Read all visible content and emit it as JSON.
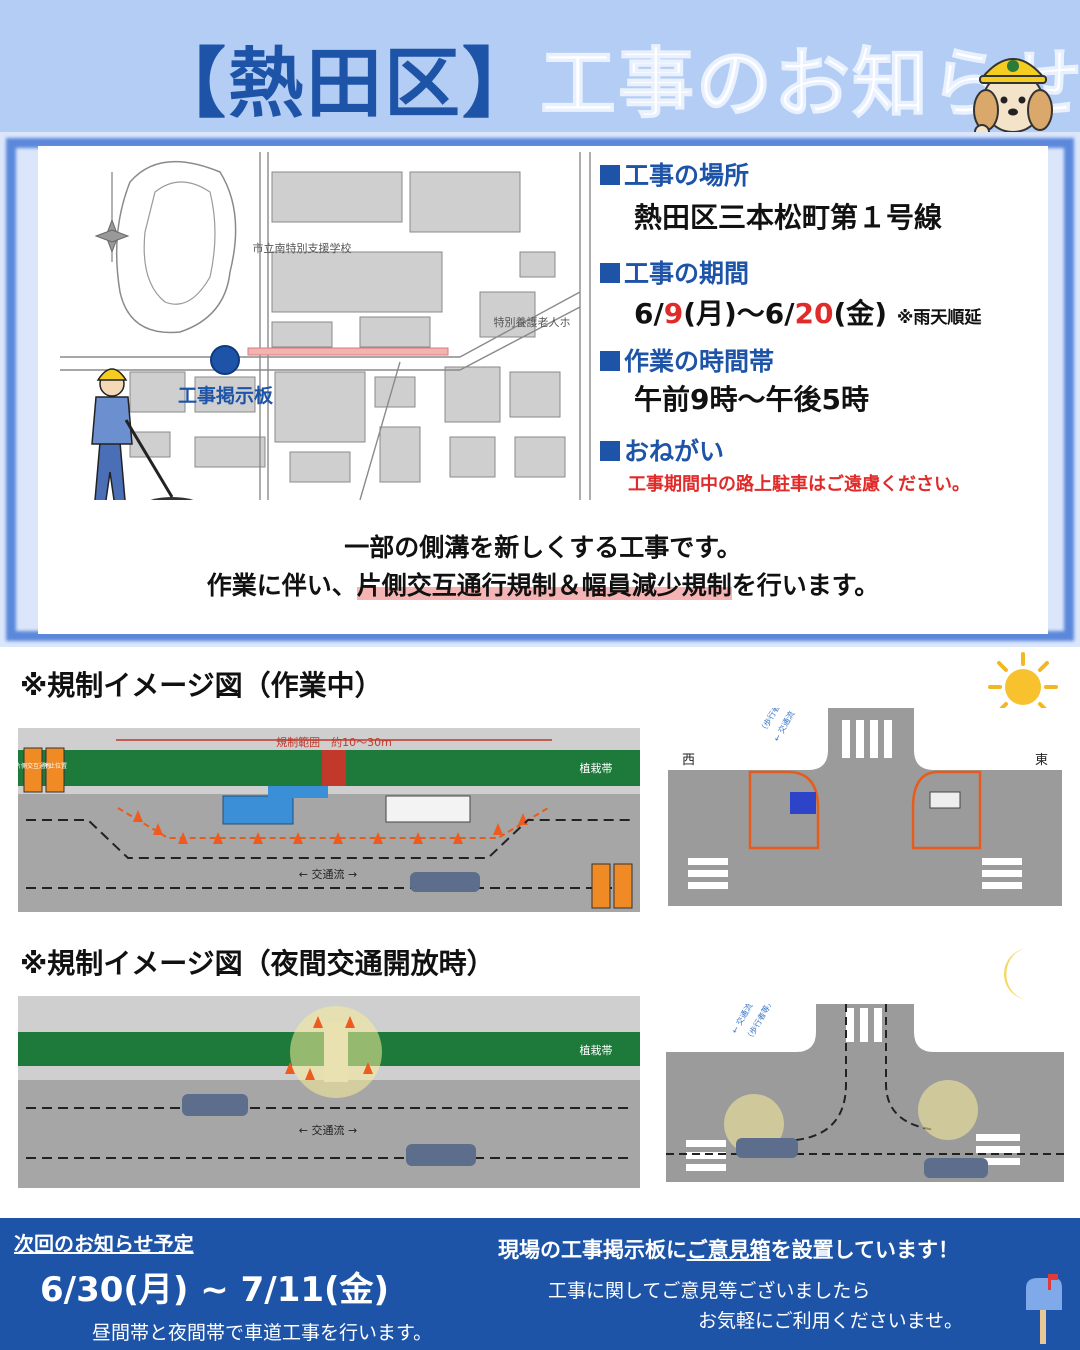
{
  "header": {
    "title_ward": "【熱田区】",
    "title_rest": "工事のお知らせ"
  },
  "map": {
    "school_label": "市立南特別支援学校",
    "home_label": "特別養護老人ホ",
    "board_label": "工事掲示板"
  },
  "info": {
    "location_heading": "工事の場所",
    "location_value": "熱田区三本松町第１号線",
    "period_heading": "工事の期間",
    "period_a": "6/",
    "period_b": "9",
    "period_c": "(月)～6/",
    "period_d": "20",
    "period_e": "(金)",
    "period_note": "※雨天順延",
    "hours_heading": "作業の時間帯",
    "hours_value": "午前9時～午後5時",
    "request_heading": "おねがい",
    "request_value": "工事期間中の路上駐車はご遠慮ください。"
  },
  "lead": {
    "line1": "一部の側溝を新しくする工事です。",
    "line2_a": "作業に伴い、",
    "line2_b": "片側交互通行規制＆幅員減少規制",
    "line2_c": "を行います。"
  },
  "diagram_day": {
    "title": "※規制イメージ図（作業中）",
    "range_label": "規制範囲　約10～30m",
    "planting_label": "植栽帯",
    "flow_label": "← 交通流 →",
    "sign_left": "片側交互通行",
    "sign_stop": "停止位置",
    "west_label": "西",
    "east_label": "東",
    "pedestrian_label": "（歩行者等）",
    "traffic_label": "← 交通流"
  },
  "diagram_night": {
    "title": "※規制イメージ図（夜間交通開放時）",
    "planting_label": "植栽帯",
    "flow_label": "← 交通流 →",
    "traffic_label": "← 交通流",
    "pedestrian_label": "（歩行者等）"
  },
  "footer": {
    "next_label": "次回のお知らせ予定",
    "next_dates": "6/30(月) ~ 7/11(金)",
    "next_sub": "昼間帯と夜間帯で車道工事を行います。",
    "box_a": "現場の工事掲示板に",
    "box_b": "ご意見箱",
    "box_c": "を設置しています！",
    "line1": "工事に関してご意見等ございましたら",
    "line2": "お気軽にご利用くださいませ。"
  },
  "colors": {
    "brand_blue": "#1e54a8",
    "header_bg": "#b4cdf4",
    "accent_red": "#e02b2b",
    "planting_green": "#1d7a3a",
    "road_gray": "#9b9b9b"
  }
}
